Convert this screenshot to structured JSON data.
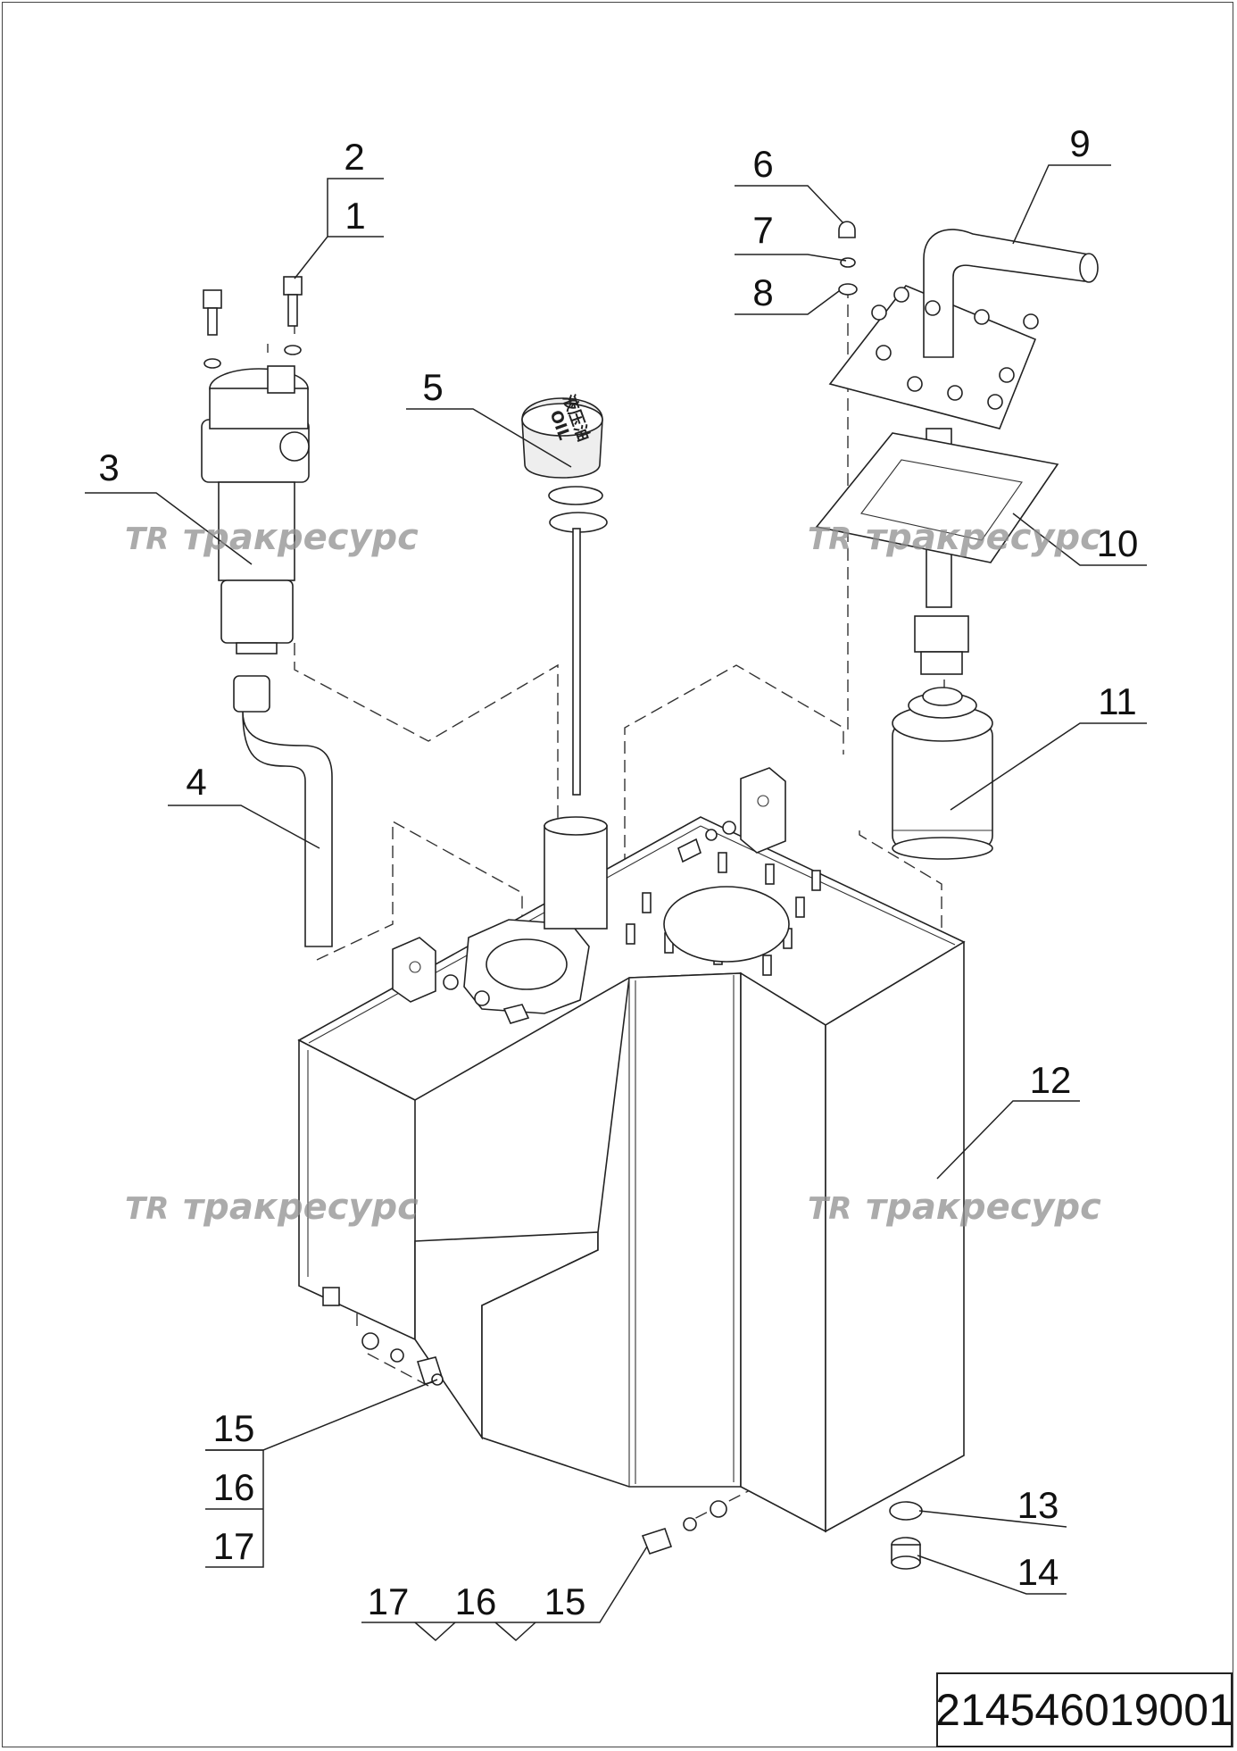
{
  "drawing": {
    "document_number": "214546019001",
    "watermark_text": "тракресурс",
    "watermark_logo": "TR",
    "callouts": {
      "c1": "1",
      "c2": "2",
      "c3": "3",
      "c4": "4",
      "c5": "5",
      "c6": "6",
      "c7": "7",
      "c8": "8",
      "c9": "9",
      "c10": "10",
      "c11": "11",
      "c12": "12",
      "c13": "13",
      "c14": "14",
      "c15a": "15",
      "c16a": "16",
      "c17a": "17",
      "c17b": "17",
      "c16b": "16",
      "c15b": "15"
    },
    "cap_label_cn": "液压油",
    "cap_label_en": "OIL"
  }
}
